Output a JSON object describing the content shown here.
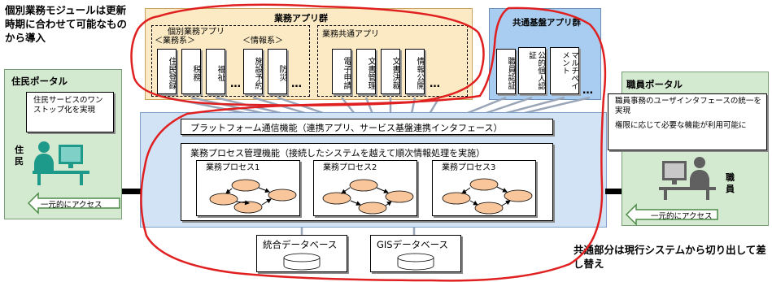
{
  "top_note": "個別業務モジュールは更新時期に合わせて可能なものから導入",
  "bottom_note": "共通部分は現行システムから切り出して差し替え",
  "business_apps": {
    "title": "業務アプリ群",
    "individual": {
      "title": "個別業務アプリ",
      "group_label": "＜業務系＞",
      "info_label": "＜情報系＞",
      "business_items": [
        "住民登録",
        "税務",
        "福祉"
      ],
      "info_items": [
        "施設予約",
        "防災"
      ]
    },
    "common": {
      "title": "業務共通アプリ",
      "items": [
        "電子申請",
        "文書管理",
        "文書決裁",
        "情報公開"
      ]
    },
    "ellipsis": "…"
  },
  "common_platform": {
    "title": "共通基盤アプリ群",
    "items": [
      "職員認証",
      "公的個人認証",
      "マルチペイメント"
    ],
    "ellipsis": "…"
  },
  "platform_comm": "プラットフォーム通信機能（連携アプリ、サービス基盤連携インタフェース）",
  "process_mgmt": {
    "title": "業務プロセス管理機能（接続したシステムを越えて順次情報処理を実施）",
    "processes": [
      "業務プロセス1",
      "業務プロセス2",
      "業務プロセス3"
    ]
  },
  "databases": [
    "統合データベース",
    "GISデータベース"
  ],
  "resident_portal": {
    "title": "住民ポータル",
    "description": "住民サービスのワンストップ化を実現",
    "person_label": "住民",
    "access": "一元的にアクセス"
  },
  "staff_portal": {
    "title": "職員ポータル",
    "description1": "職員事務のユーザインタフェースの統一を実現",
    "description2": "権限に応じて必要な機能が利用可能に",
    "person_label": "職員",
    "access": "一元的にアクセス"
  },
  "colors": {
    "red": "#e02020",
    "app_bg": "#fbeac4",
    "blue_bg": "#d2e3f5",
    "panel_blue": "#a8cdf0",
    "portal_green": "#d4ead0",
    "ellipse": "#f8c69a"
  }
}
